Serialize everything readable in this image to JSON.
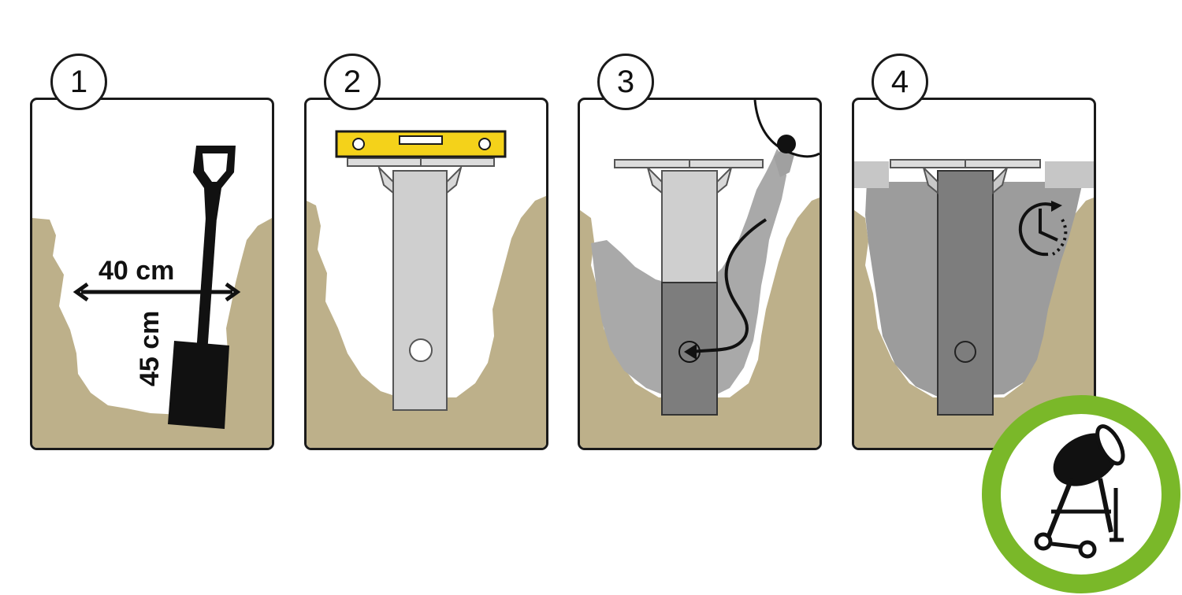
{
  "steps": [
    {
      "number": "1"
    },
    {
      "number": "2"
    },
    {
      "number": "3"
    },
    {
      "number": "4"
    }
  ],
  "dimensions": {
    "width": "40 cm",
    "depth": "45 cm"
  },
  "colors": {
    "soil": "#bdb08a",
    "concrete_fresh": "#a9a9a9",
    "concrete_set": "#9c9c9c",
    "post_light": "#cfcfcf",
    "post_dark": "#7d7d7d",
    "level_yellow": "#f4d21a",
    "badge_green": "#7ab829",
    "outline": "#1a1a1a"
  },
  "icons": [
    "spade-icon",
    "spirit-level-icon",
    "pour-arrow-icon",
    "clock-icon",
    "concrete-mixer-icon"
  ]
}
